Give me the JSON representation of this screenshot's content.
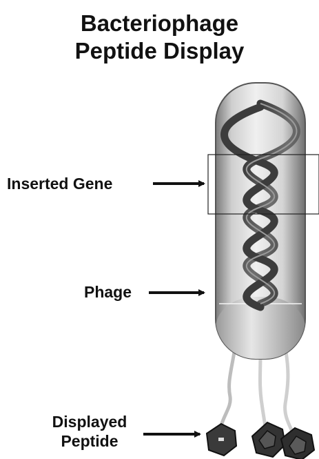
{
  "title": {
    "line1": "Bacteriophage",
    "line2": "Peptide Display"
  },
  "labels": {
    "inserted_gene": "Inserted Gene",
    "phage": "Phage",
    "displayed_peptide_line1": "Displayed",
    "displayed_peptide_line2": "Peptide"
  },
  "colors": {
    "background": "#ffffff",
    "text": "#111111",
    "capsid": "#c9c9c9",
    "helix": "#4a4a4a",
    "peptide": "#333333"
  }
}
